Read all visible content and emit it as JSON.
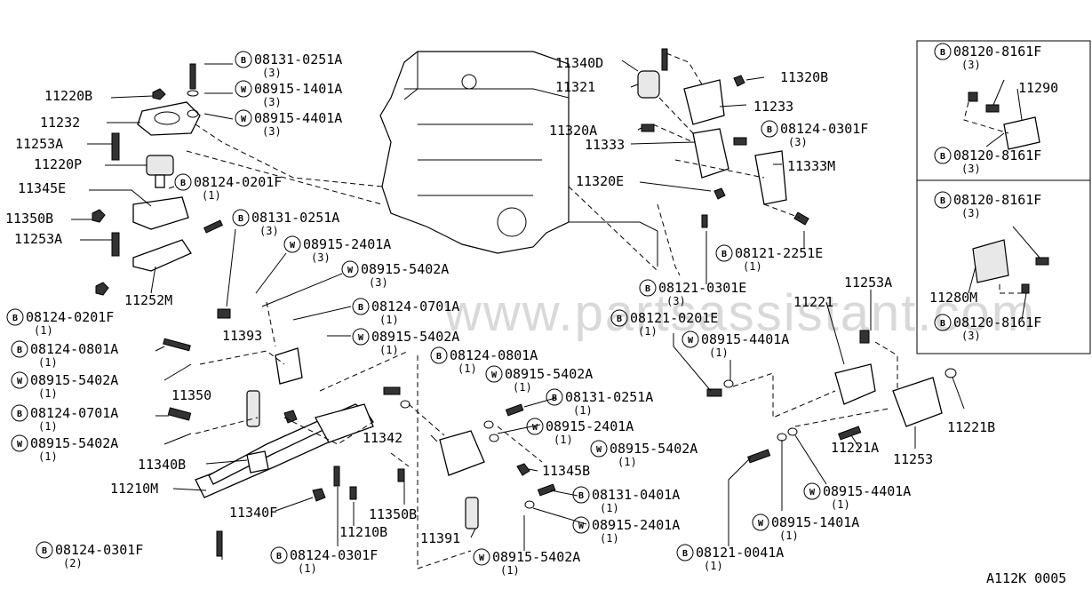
{
  "diagram": {
    "watermark": "www.partsassistant.com",
    "figure_code": "A112K 0005",
    "part_labels": [
      "11220B",
      "11232",
      "11253A",
      "11220P",
      "11345E",
      "11350B",
      "11253A",
      "11252M",
      "11393",
      "11350",
      "11340B",
      "11210M",
      "11340F",
      "11210B",
      "11350B",
      "11342",
      "11345B",
      "11391",
      "11340D",
      "11321",
      "11320B",
      "11233",
      "11320A",
      "11333",
      "11333M",
      "11320E",
      "11221",
      "11253A",
      "11221B",
      "11221A",
      "11253",
      "11290",
      "11280M"
    ],
    "callouts": [
      {
        "prefix": "B",
        "number": "08131-0251A",
        "qty": "(3)"
      },
      {
        "prefix": "W",
        "number": "08915-1401A",
        "qty": "(3)"
      },
      {
        "prefix": "W",
        "number": "08915-4401A",
        "qty": "(3)"
      },
      {
        "prefix": "B",
        "number": "08124-0201F",
        "qty": "(1)"
      },
      {
        "prefix": "B",
        "number": "08131-0251A",
        "qty": "(3)"
      },
      {
        "prefix": "W",
        "number": "08915-2401A",
        "qty": "(3)"
      },
      {
        "prefix": "W",
        "number": "08915-5402A",
        "qty": "(3)"
      },
      {
        "prefix": "B",
        "number": "08124-0701A",
        "qty": "(1)"
      },
      {
        "prefix": "W",
        "number": "08915-5402A",
        "qty": "(1)"
      },
      {
        "prefix": "B",
        "number": "08124-0201F",
        "qty": "(1)"
      },
      {
        "prefix": "B",
        "number": "08124-0801A",
        "qty": "(1)"
      },
      {
        "prefix": "W",
        "number": "08915-5402A",
        "qty": "(1)"
      },
      {
        "prefix": "B",
        "number": "08124-0701A",
        "qty": "(1)"
      },
      {
        "prefix": "W",
        "number": "08915-5402A",
        "qty": "(1)"
      },
      {
        "prefix": "B",
        "number": "08124-0301F",
        "qty": "(2)"
      },
      {
        "prefix": "B",
        "number": "08124-0301F",
        "qty": "(1)"
      },
      {
        "prefix": "B",
        "number": "08124-0801A",
        "qty": "(1)"
      },
      {
        "prefix": "W",
        "number": "08915-5402A",
        "qty": "(1)"
      },
      {
        "prefix": "B",
        "number": "08131-0251A",
        "qty": "(1)"
      },
      {
        "prefix": "W",
        "number": "08915-2401A",
        "qty": "(1)"
      },
      {
        "prefix": "W",
        "number": "08915-5402A",
        "qty": "(1)"
      },
      {
        "prefix": "B",
        "number": "08131-0401A",
        "qty": "(1)"
      },
      {
        "prefix": "W",
        "number": "08915-2401A",
        "qty": "(1)"
      },
      {
        "prefix": "W",
        "number": "08915-5402A",
        "qty": "(1)"
      },
      {
        "prefix": "B",
        "number": "08124-0301F",
        "qty": "(3)"
      },
      {
        "prefix": "B",
        "number": "08121-2251E",
        "qty": "(1)"
      },
      {
        "prefix": "B",
        "number": "08121-0301E",
        "qty": "(3)"
      },
      {
        "prefix": "B",
        "number": "08121-0201E",
        "qty": "(1)"
      },
      {
        "prefix": "W",
        "number": "08915-4401A",
        "qty": "(1)"
      },
      {
        "prefix": "W",
        "number": "08915-4401A",
        "qty": "(1)"
      },
      {
        "prefix": "W",
        "number": "08915-1401A",
        "qty": "(1)"
      },
      {
        "prefix": "B",
        "number": "08121-0041A",
        "qty": "(1)"
      },
      {
        "prefix": "B",
        "number": "08120-8161F",
        "qty": "(3)"
      },
      {
        "prefix": "B",
        "number": "08120-8161F",
        "qty": "(3)"
      },
      {
        "prefix": "B",
        "number": "08120-8161F",
        "qty": "(3)"
      },
      {
        "prefix": "B",
        "number": "08120-8161F",
        "qty": "(3)"
      }
    ]
  }
}
